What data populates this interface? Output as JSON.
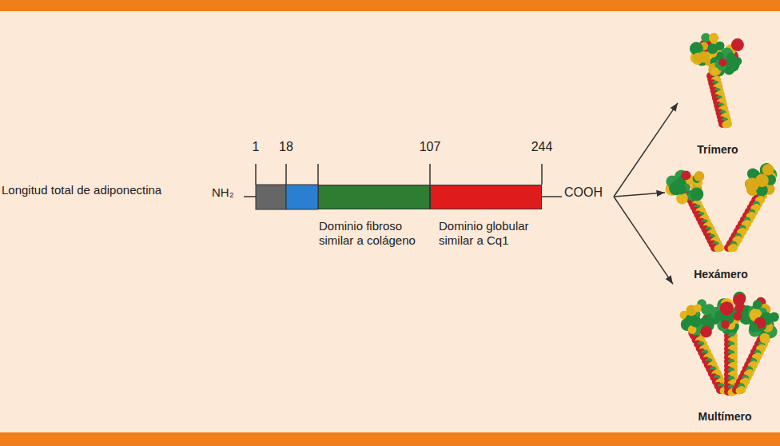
{
  "diagram": {
    "nodes": [
      {
        "text": [
          "Longitud total de adiponectina",
          "NH₂",
          "COOH"
        ]
      },
      {
        "text": [
          "Dominio fibroso similar a colágeno"
        ],
        "in": 0
      },
      {
        "text": [
          "Dominio globular similar a Cq1"
        ],
        "in": 0
      },
      {
        "text": [
          "Trímero"
        ]
      },
      {
        "text": [
          "Hexámero"
        ]
      },
      {
        "text": [
          "Multímero"
        ]
      }
    ],
    "edges": [
      {
        "from": 0,
        "to": 3,
        "arrow": "to"
      },
      {
        "from": 0,
        "to": 4,
        "arrow": "to"
      },
      {
        "from": 0,
        "to": 5,
        "arrow": "to"
      }
    ],
    "labels": [
      "1",
      "18",
      "107",
      "244"
    ]
  }
}
